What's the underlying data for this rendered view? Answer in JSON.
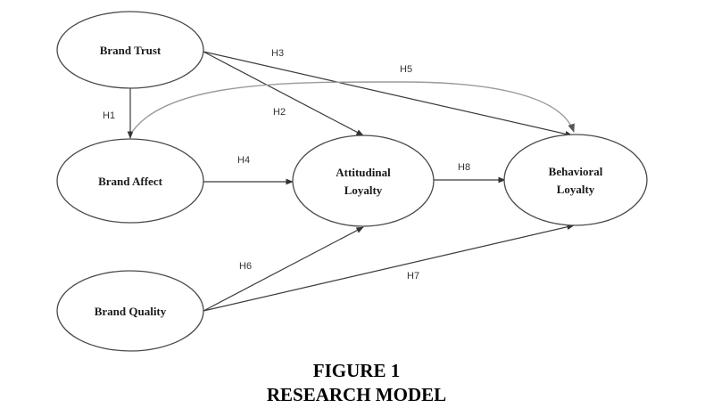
{
  "nodes": {
    "brand_trust": "Brand Trust",
    "brand_affect": "Brand Affect",
    "brand_quality": "Brand Quality",
    "attitudinal_loyalty": [
      "Attitudinal",
      "Loyalty"
    ],
    "behavioral_loyalty": [
      "Behavioral",
      "Loyalty"
    ]
  },
  "hypotheses": {
    "h1": "H1",
    "h2": "H2",
    "h3": "H3",
    "h4": "H4",
    "h5": "H5",
    "h6": "H6",
    "h7": "H7",
    "h8": "H8"
  },
  "edges": [
    {
      "from": "Brand Trust",
      "to": "Brand Affect",
      "label": "H1"
    },
    {
      "from": "Brand Trust",
      "to": "Attitudinal Loyalty",
      "label": "H2"
    },
    {
      "from": "Brand Trust",
      "to": "Behavioral Loyalty",
      "label": "H3"
    },
    {
      "from": "Brand Affect",
      "to": "Attitudinal Loyalty",
      "label": "H4"
    },
    {
      "from": "Brand Affect",
      "to": "Behavioral Loyalty",
      "label": "H5"
    },
    {
      "from": "Brand Quality",
      "to": "Attitudinal Loyalty",
      "label": "H6"
    },
    {
      "from": "Brand Quality",
      "to": "Behavioral Loyalty",
      "label": "H7"
    },
    {
      "from": "Attitudinal Loyalty",
      "to": "Behavioral Loyalty",
      "label": "H8"
    }
  ],
  "caption": {
    "line1": "FIGURE 1",
    "line2": "RESEARCH MODEL"
  }
}
